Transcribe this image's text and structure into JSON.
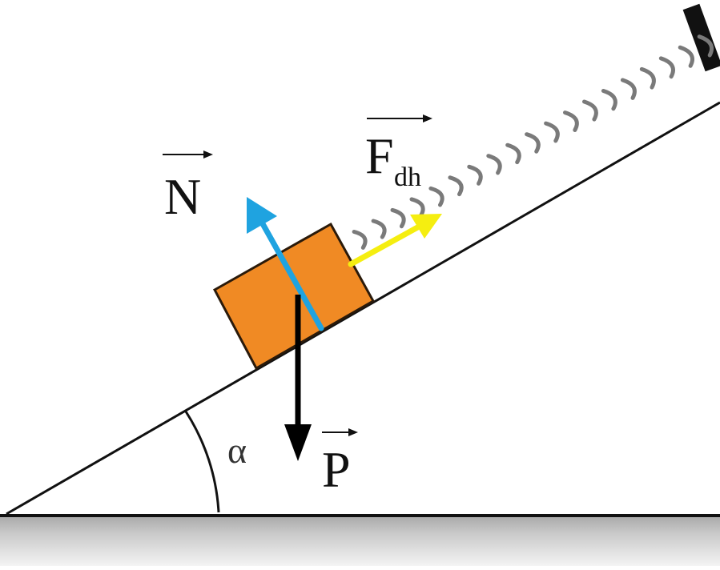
{
  "diagram": {
    "labels": {
      "normal_force": "N",
      "spring_force": "F",
      "spring_force_subscript": "dh",
      "weight": "P",
      "angle": "α"
    },
    "colors": {
      "block_fill": "#F08A24",
      "block_stroke": "#2A1A0A",
      "normal_arrow": "#1FA3E0",
      "spring_arrow": "#F5EE10",
      "weight_arrow": "#000000",
      "spring_coil": "#7A7A7A",
      "incline_line": "#111111",
      "ground_shadow": "#C8C8C8"
    }
  }
}
